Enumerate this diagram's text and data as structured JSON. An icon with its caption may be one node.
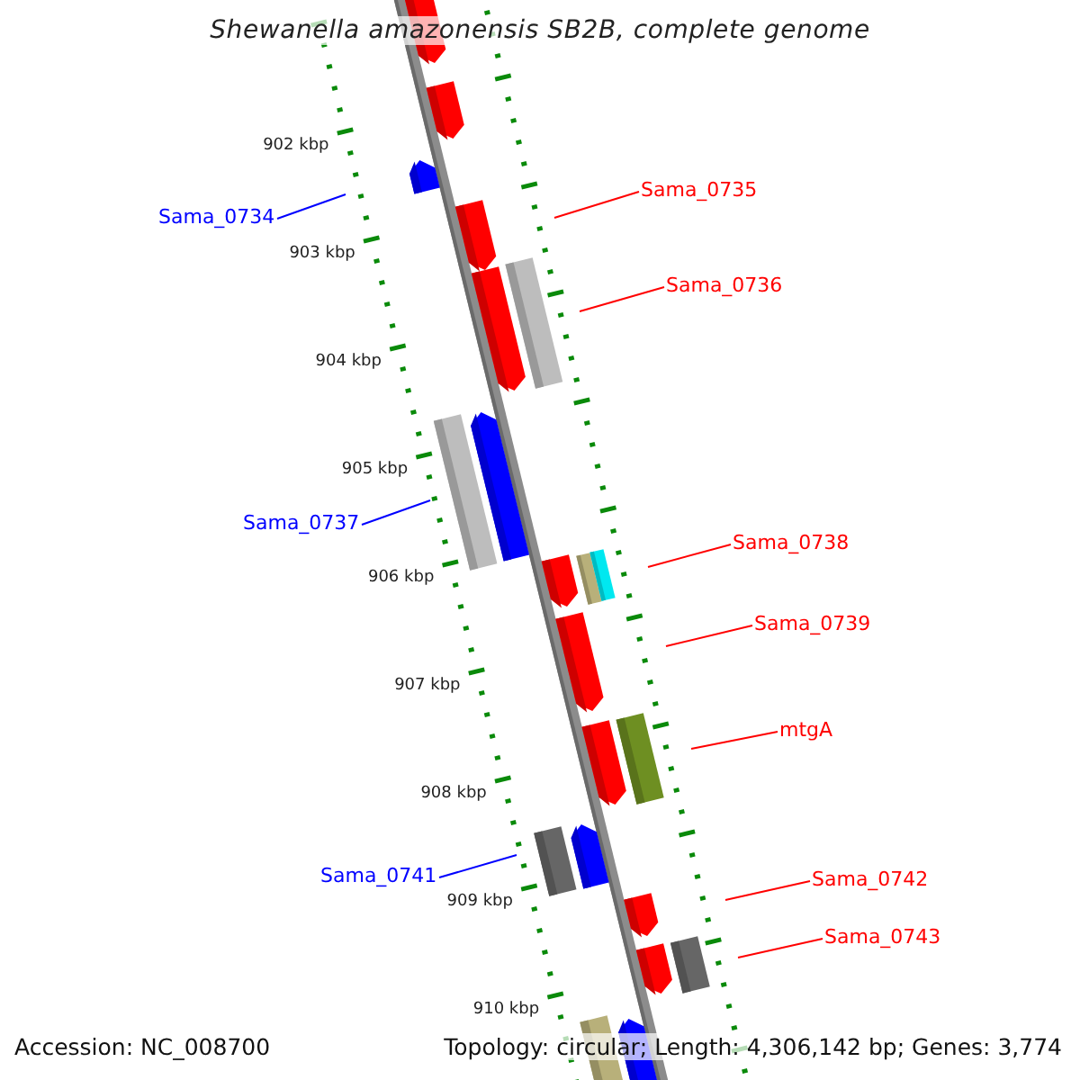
{
  "diagram": {
    "title": "Shewanella amazonensis SB2B, complete genome",
    "nodes": [
      {
        "text": [
          "Sama_0734"
        ]
      },
      {
        "text": [
          "Sama_0735"
        ]
      },
      {
        "text": [
          "Sama_0736"
        ]
      },
      {
        "text": [
          "Sama_0737"
        ]
      },
      {
        "text": [
          "Sama_0738"
        ]
      },
      {
        "text": [
          "Sama_0739"
        ]
      },
      {
        "text": [
          "mtgA"
        ]
      },
      {
        "text": [
          "Sama_0741"
        ]
      },
      {
        "text": [
          "Sama_0742"
        ]
      },
      {
        "text": [
          "Sama_0743"
        ]
      }
    ],
    "edges": [
      {
        "from": 0,
        "to": null,
        "arrow": "none",
        "color": "#0000ff"
      },
      {
        "from": 1,
        "to": null,
        "arrow": "none"
      },
      {
        "from": 2,
        "to": null,
        "arrow": "none"
      },
      {
        "from": 3,
        "to": null,
        "arrow": "none",
        "color": "#0000ff"
      },
      {
        "from": 4,
        "to": null,
        "arrow": "none"
      },
      {
        "from": 5,
        "to": null,
        "arrow": "none"
      },
      {
        "from": 6,
        "to": null,
        "arrow": "none"
      },
      {
        "from": 7,
        "to": null,
        "arrow": "none",
        "color": "#0000ff"
      },
      {
        "from": 8,
        "to": null,
        "arrow": "none"
      },
      {
        "from": 9,
        "to": null,
        "arrow": "none"
      }
    ],
    "labels": [
      "902 kbp",
      "903 kbp",
      "904 kbp",
      "905 kbp",
      "906 kbp",
      "907 kbp",
      "908 kbp",
      "909 kbp",
      "910 kbp",
      "Accession: NC_008700",
      "Topology: circular; Length: 4,306,142 bp; Genes: 3,774"
    ]
  }
}
